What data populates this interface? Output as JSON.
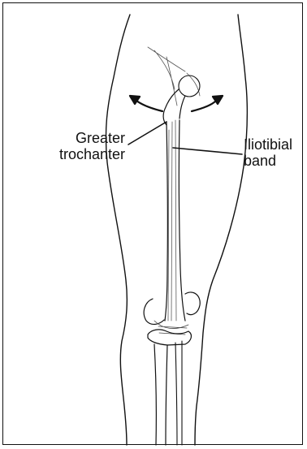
{
  "labels": {
    "greater_trochanter": {
      "line1": "Greater",
      "line2": "trochanter"
    },
    "iliotibial_band": {
      "line1": "Iliotibial",
      "line2": "band"
    }
  },
  "colors": {
    "ink": "#111111",
    "background": "#ffffff"
  }
}
